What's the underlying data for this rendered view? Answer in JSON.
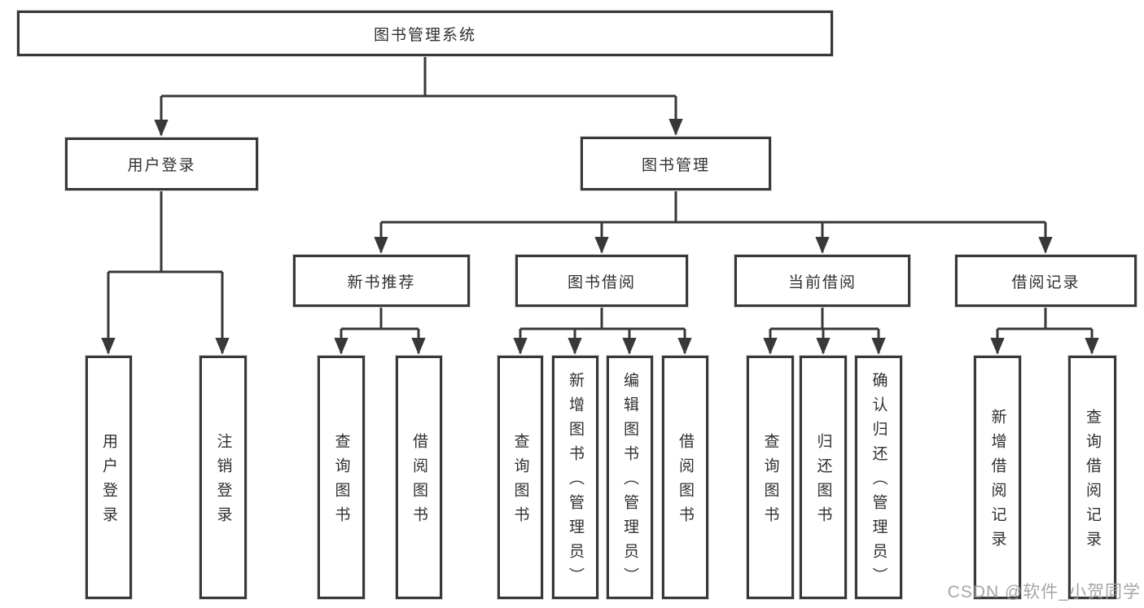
{
  "colors": {
    "line": "#383838",
    "box_border": "#383838",
    "text": "#303030",
    "watermark": "#9e9e9e",
    "background": "#ffffff"
  },
  "watermark": {
    "text": "CSDN @软件_小贺同学"
  },
  "tree": {
    "label": "图书管理系统",
    "children": [
      {
        "label": "用户登录",
        "children": [
          {
            "label": "用户登录"
          },
          {
            "label": "注销登录"
          }
        ]
      },
      {
        "label": "图书管理",
        "children": [
          {
            "label": "新书推荐",
            "children": [
              {
                "label": "查询图书"
              },
              {
                "label": "借阅图书"
              }
            ]
          },
          {
            "label": "图书借阅",
            "children": [
              {
                "label": "查询图书"
              },
              {
                "label": "新增图书（管理员）"
              },
              {
                "label": "编辑图书（管理员）"
              },
              {
                "label": "借阅图书"
              }
            ]
          },
          {
            "label": "当前借阅",
            "children": [
              {
                "label": "查询图书"
              },
              {
                "label": "归还图书"
              },
              {
                "label": "确认归还（管理员）"
              }
            ]
          },
          {
            "label": "借阅记录",
            "children": [
              {
                "label": "新增借阅记录"
              },
              {
                "label": "查询借阅记录"
              }
            ]
          }
        ]
      }
    ]
  }
}
